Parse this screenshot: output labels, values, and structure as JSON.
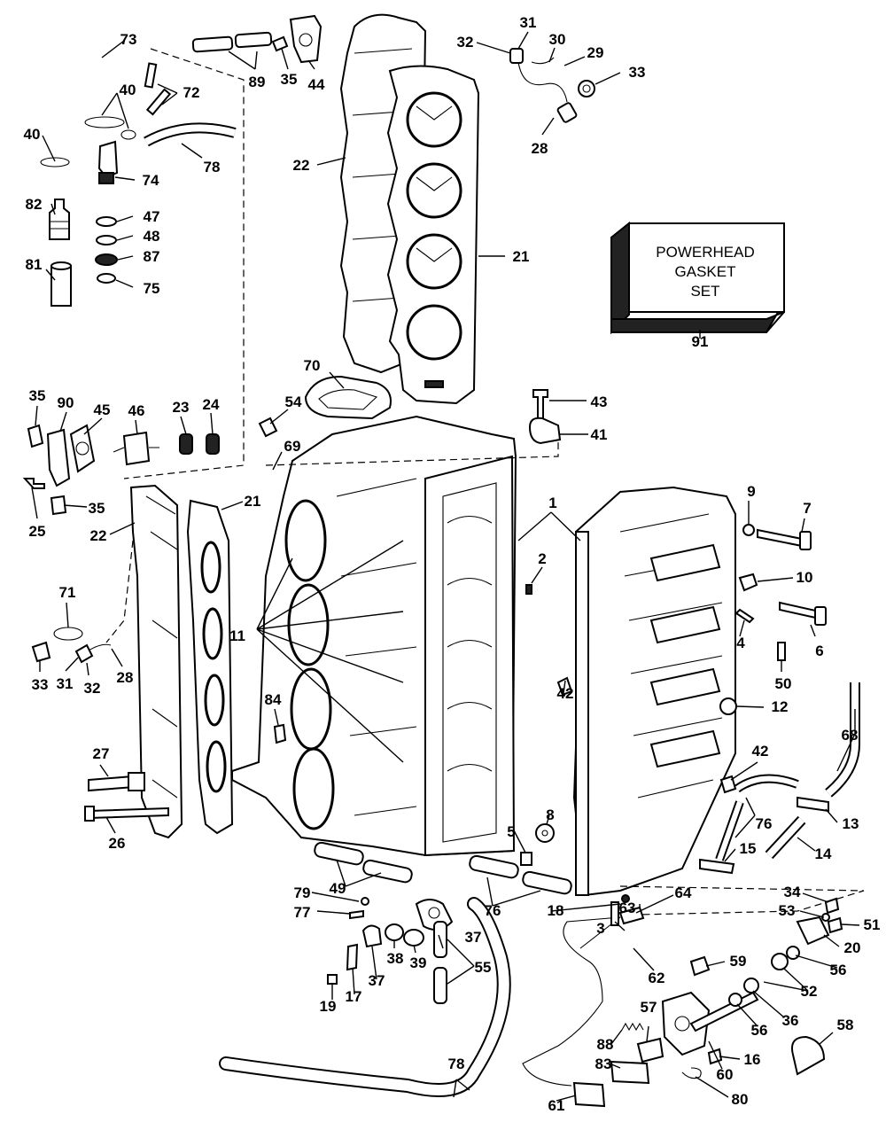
{
  "diagram": {
    "box_label_lines": [
      "POWERHEAD",
      "GASKET",
      "SET"
    ],
    "callouts": [
      {
        "id": "c73",
        "text": "73"
      },
      {
        "id": "c40a",
        "text": "40"
      },
      {
        "id": "c72",
        "text": "72"
      },
      {
        "id": "c40b",
        "text": "40"
      },
      {
        "id": "c78a",
        "text": "78"
      },
      {
        "id": "c74",
        "text": "74"
      },
      {
        "id": "c82",
        "text": "82"
      },
      {
        "id": "c47",
        "text": "47"
      },
      {
        "id": "c48",
        "text": "48"
      },
      {
        "id": "c87",
        "text": "87"
      },
      {
        "id": "c81",
        "text": "81"
      },
      {
        "id": "c75",
        "text": "75"
      },
      {
        "id": "c89",
        "text": "89"
      },
      {
        "id": "c35a",
        "text": "35"
      },
      {
        "id": "c44",
        "text": "44"
      },
      {
        "id": "c22a",
        "text": "22"
      },
      {
        "id": "c21a",
        "text": "21"
      },
      {
        "id": "c32a",
        "text": "32"
      },
      {
        "id": "c31a",
        "text": "31"
      },
      {
        "id": "c30",
        "text": "30"
      },
      {
        "id": "c29",
        "text": "29"
      },
      {
        "id": "c33a",
        "text": "33"
      },
      {
        "id": "c28a",
        "text": "28"
      },
      {
        "id": "c91",
        "text": "91"
      },
      {
        "id": "c70",
        "text": "70"
      },
      {
        "id": "c54",
        "text": "54"
      },
      {
        "id": "c69",
        "text": "69"
      },
      {
        "id": "c43",
        "text": "43"
      },
      {
        "id": "c41",
        "text": "41"
      },
      {
        "id": "c35b",
        "text": "35"
      },
      {
        "id": "c90",
        "text": "90"
      },
      {
        "id": "c45",
        "text": "45"
      },
      {
        "id": "c46",
        "text": "46"
      },
      {
        "id": "c23",
        "text": "23"
      },
      {
        "id": "c24",
        "text": "24"
      },
      {
        "id": "c25",
        "text": "25"
      },
      {
        "id": "c35c",
        "text": "35"
      },
      {
        "id": "c22b",
        "text": "22"
      },
      {
        "id": "c21b",
        "text": "21"
      },
      {
        "id": "c1",
        "text": "1"
      },
      {
        "id": "c9",
        "text": "9"
      },
      {
        "id": "c7",
        "text": "7"
      },
      {
        "id": "c2",
        "text": "2"
      },
      {
        "id": "c10",
        "text": "10"
      },
      {
        "id": "c71",
        "text": "71"
      },
      {
        "id": "c11",
        "text": "11"
      },
      {
        "id": "c4",
        "text": "4"
      },
      {
        "id": "c6",
        "text": "6"
      },
      {
        "id": "c33b",
        "text": "33"
      },
      {
        "id": "c31b",
        "text": "31"
      },
      {
        "id": "c32b",
        "text": "32"
      },
      {
        "id": "c28b",
        "text": "28"
      },
      {
        "id": "c42a",
        "text": "42"
      },
      {
        "id": "c50",
        "text": "50"
      },
      {
        "id": "c84",
        "text": "84"
      },
      {
        "id": "c12",
        "text": "12"
      },
      {
        "id": "c68",
        "text": "68"
      },
      {
        "id": "c27",
        "text": "27"
      },
      {
        "id": "c42b",
        "text": "42"
      },
      {
        "id": "c26",
        "text": "26"
      },
      {
        "id": "c76a",
        "text": "76"
      },
      {
        "id": "c13",
        "text": "13"
      },
      {
        "id": "c8",
        "text": "8"
      },
      {
        "id": "c5",
        "text": "5"
      },
      {
        "id": "c15",
        "text": "15"
      },
      {
        "id": "c14",
        "text": "14"
      },
      {
        "id": "c49",
        "text": "49"
      },
      {
        "id": "c79",
        "text": "79"
      },
      {
        "id": "c77",
        "text": "77"
      },
      {
        "id": "c76b",
        "text": "76"
      },
      {
        "id": "c18",
        "text": "18"
      },
      {
        "id": "c63",
        "text": "63"
      },
      {
        "id": "c64",
        "text": "64"
      },
      {
        "id": "c34",
        "text": "34"
      },
      {
        "id": "c53",
        "text": "53"
      },
      {
        "id": "c51",
        "text": "51"
      },
      {
        "id": "c3",
        "text": "3"
      },
      {
        "id": "c20",
        "text": "20"
      },
      {
        "id": "c37a",
        "text": "37"
      },
      {
        "id": "c38",
        "text": "38"
      },
      {
        "id": "c39",
        "text": "39"
      },
      {
        "id": "c55",
        "text": "55"
      },
      {
        "id": "c62",
        "text": "62"
      },
      {
        "id": "c59",
        "text": "59"
      },
      {
        "id": "c56a",
        "text": "56"
      },
      {
        "id": "c52",
        "text": "52"
      },
      {
        "id": "c37b",
        "text": "37"
      },
      {
        "id": "c19",
        "text": "19"
      },
      {
        "id": "c17",
        "text": "17"
      },
      {
        "id": "c36",
        "text": "36"
      },
      {
        "id": "c57",
        "text": "57"
      },
      {
        "id": "c56b",
        "text": "56"
      },
      {
        "id": "c58",
        "text": "58"
      },
      {
        "id": "c88",
        "text": "88"
      },
      {
        "id": "c16",
        "text": "16"
      },
      {
        "id": "c78b",
        "text": "78"
      },
      {
        "id": "c83",
        "text": "83"
      },
      {
        "id": "c60",
        "text": "60"
      },
      {
        "id": "c61",
        "text": "61"
      },
      {
        "id": "c80",
        "text": "80"
      }
    ]
  }
}
